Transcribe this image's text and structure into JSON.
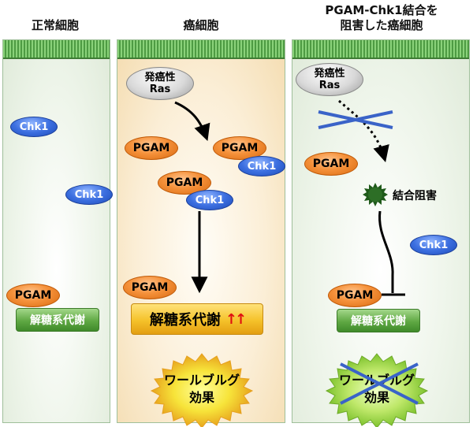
{
  "panels": {
    "normal": {
      "title": "正常細胞"
    },
    "cancer": {
      "title": "癌細胞"
    },
    "inhibited": {
      "title_line1": "PGAM-Chk1結合を",
      "title_line2": "阻害した癌細胞"
    }
  },
  "molecules": {
    "ras_line1": "発癌性",
    "ras_line2": "Ras",
    "pgam": "PGAM",
    "chk1": "Chk1"
  },
  "glycolysis": "解糖系代謝",
  "increase_arrows": "↑↑",
  "binding_inhibition": "結合阻害",
  "warburg_line1": "ワールブルグ",
  "warburg_line2": "効果"
}
